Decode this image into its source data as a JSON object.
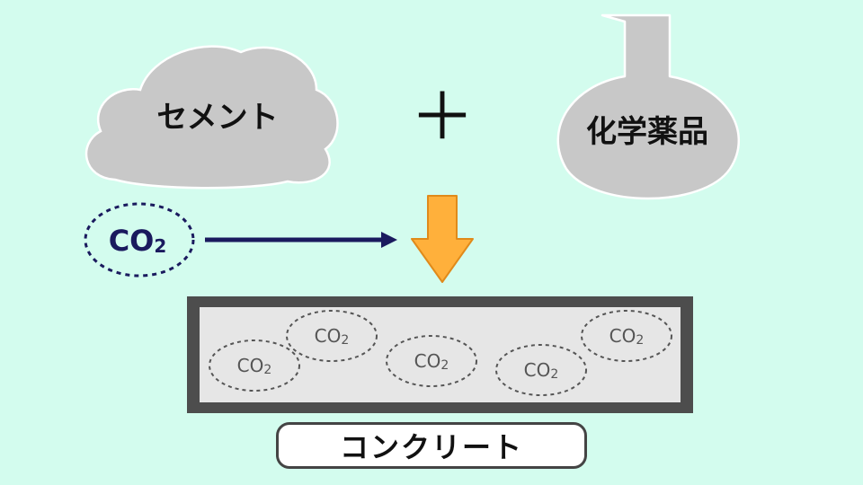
{
  "cement": {
    "label": "セメント"
  },
  "plus": {
    "symbol": "＋"
  },
  "chemical": {
    "label": "化学薬品"
  },
  "co2_input": {
    "prefix": "CO",
    "subscript": "2"
  },
  "concrete": {
    "label": "コンクリート",
    "bubbles": [
      {
        "prefix": "CO",
        "subscript": "2"
      },
      {
        "prefix": "CO",
        "subscript": "2"
      },
      {
        "prefix": "CO",
        "subscript": "2"
      },
      {
        "prefix": "CO",
        "subscript": "2"
      },
      {
        "prefix": "CO",
        "subscript": "2"
      }
    ]
  },
  "colors": {
    "background": "#d3fcee",
    "shape_gray": "#c8c8c8",
    "concrete_fill": "#e6e6e6",
    "concrete_border": "#4d4d4d",
    "arrow_orange": "#ffb03b",
    "co2_navy": "#1a1a5e"
  },
  "icons": {
    "cement": "cloud-shape",
    "chemical": "flask-shape",
    "down_arrow": "down-arrow-icon",
    "right_arrow": "right-arrow-icon"
  }
}
